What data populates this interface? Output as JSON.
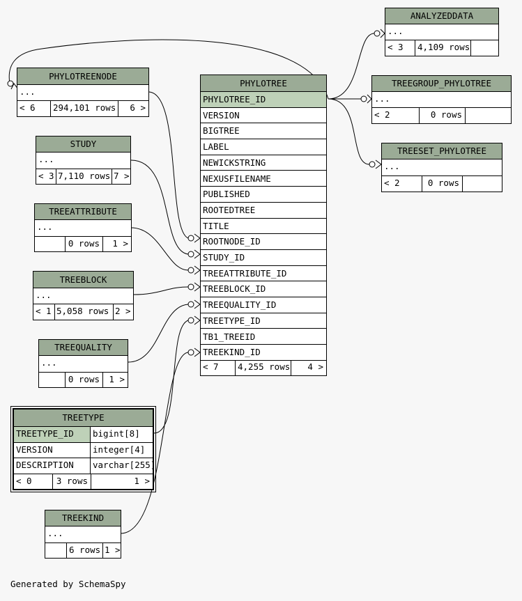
{
  "footer": "Generated by SchemaSpy",
  "tables": {
    "analyzeddata": {
      "title": "ANALYZEDDATA",
      "ellipsis": "...",
      "parents": "< 3",
      "rows": "4,109 rows",
      "children": ""
    },
    "treegroup": {
      "title": "TREEGROUP_PHYLOTREE",
      "ellipsis": "...",
      "parents": "< 2",
      "rows": "0 rows",
      "children": ""
    },
    "treeset": {
      "title": "TREESET_PHYLOTREE",
      "ellipsis": "...",
      "parents": "< 2",
      "rows": "0 rows",
      "children": ""
    },
    "phylotreenode": {
      "title": "PHYLOTREENODE",
      "ellipsis": "...",
      "parents": "< 6",
      "rows": "294,101 rows",
      "children": "6 >"
    },
    "study": {
      "title": "STUDY",
      "ellipsis": "...",
      "parents": "< 3",
      "rows": "7,110 rows",
      "children": "7 >"
    },
    "treeattribute": {
      "title": "TREEATTRIBUTE",
      "ellipsis": "...",
      "parents": "",
      "rows": "0 rows",
      "children": "1 >"
    },
    "treeblock": {
      "title": "TREEBLOCK",
      "ellipsis": "...",
      "parents": "< 1",
      "rows": "5,058 rows",
      "children": "2 >"
    },
    "treequality": {
      "title": "TREEQUALITY",
      "ellipsis": "...",
      "parents": "",
      "rows": "0 rows",
      "children": "1 >"
    },
    "treekind": {
      "title": "TREEKIND",
      "ellipsis": "...",
      "parents": "",
      "rows": "6 rows",
      "children": "1 >"
    },
    "treetype": {
      "title": "TREETYPE",
      "columns": [
        {
          "name": "TREETYPE_ID",
          "type": "bigint[8]"
        },
        {
          "name": "VERSION",
          "type": "integer[4]"
        },
        {
          "name": "DESCRIPTION",
          "type": "varchar[255]"
        }
      ],
      "parents": "< 0",
      "rows": "3 rows",
      "children": "1 >"
    },
    "phylotree": {
      "title": "PHYLOTREE",
      "columns": [
        "PHYLOTREE_ID",
        "VERSION",
        "BIGTREE",
        "LABEL",
        "NEWICKSTRING",
        "NEXUSFILENAME",
        "PUBLISHED",
        "ROOTEDTREE",
        "TITLE",
        "ROOTNODE_ID",
        "STUDY_ID",
        "TREEATTRIBUTE_ID",
        "TREEBLOCK_ID",
        "TREEQUALITY_ID",
        "TREETYPE_ID",
        "TB1_TREEID",
        "TREEKIND_ID"
      ],
      "parents": "< 7",
      "rows": "4,255 rows",
      "children": "4 >"
    }
  },
  "colors": {
    "header": "#9bab96",
    "primary_key": "#bed1b8",
    "background": "#f7f7f7"
  }
}
